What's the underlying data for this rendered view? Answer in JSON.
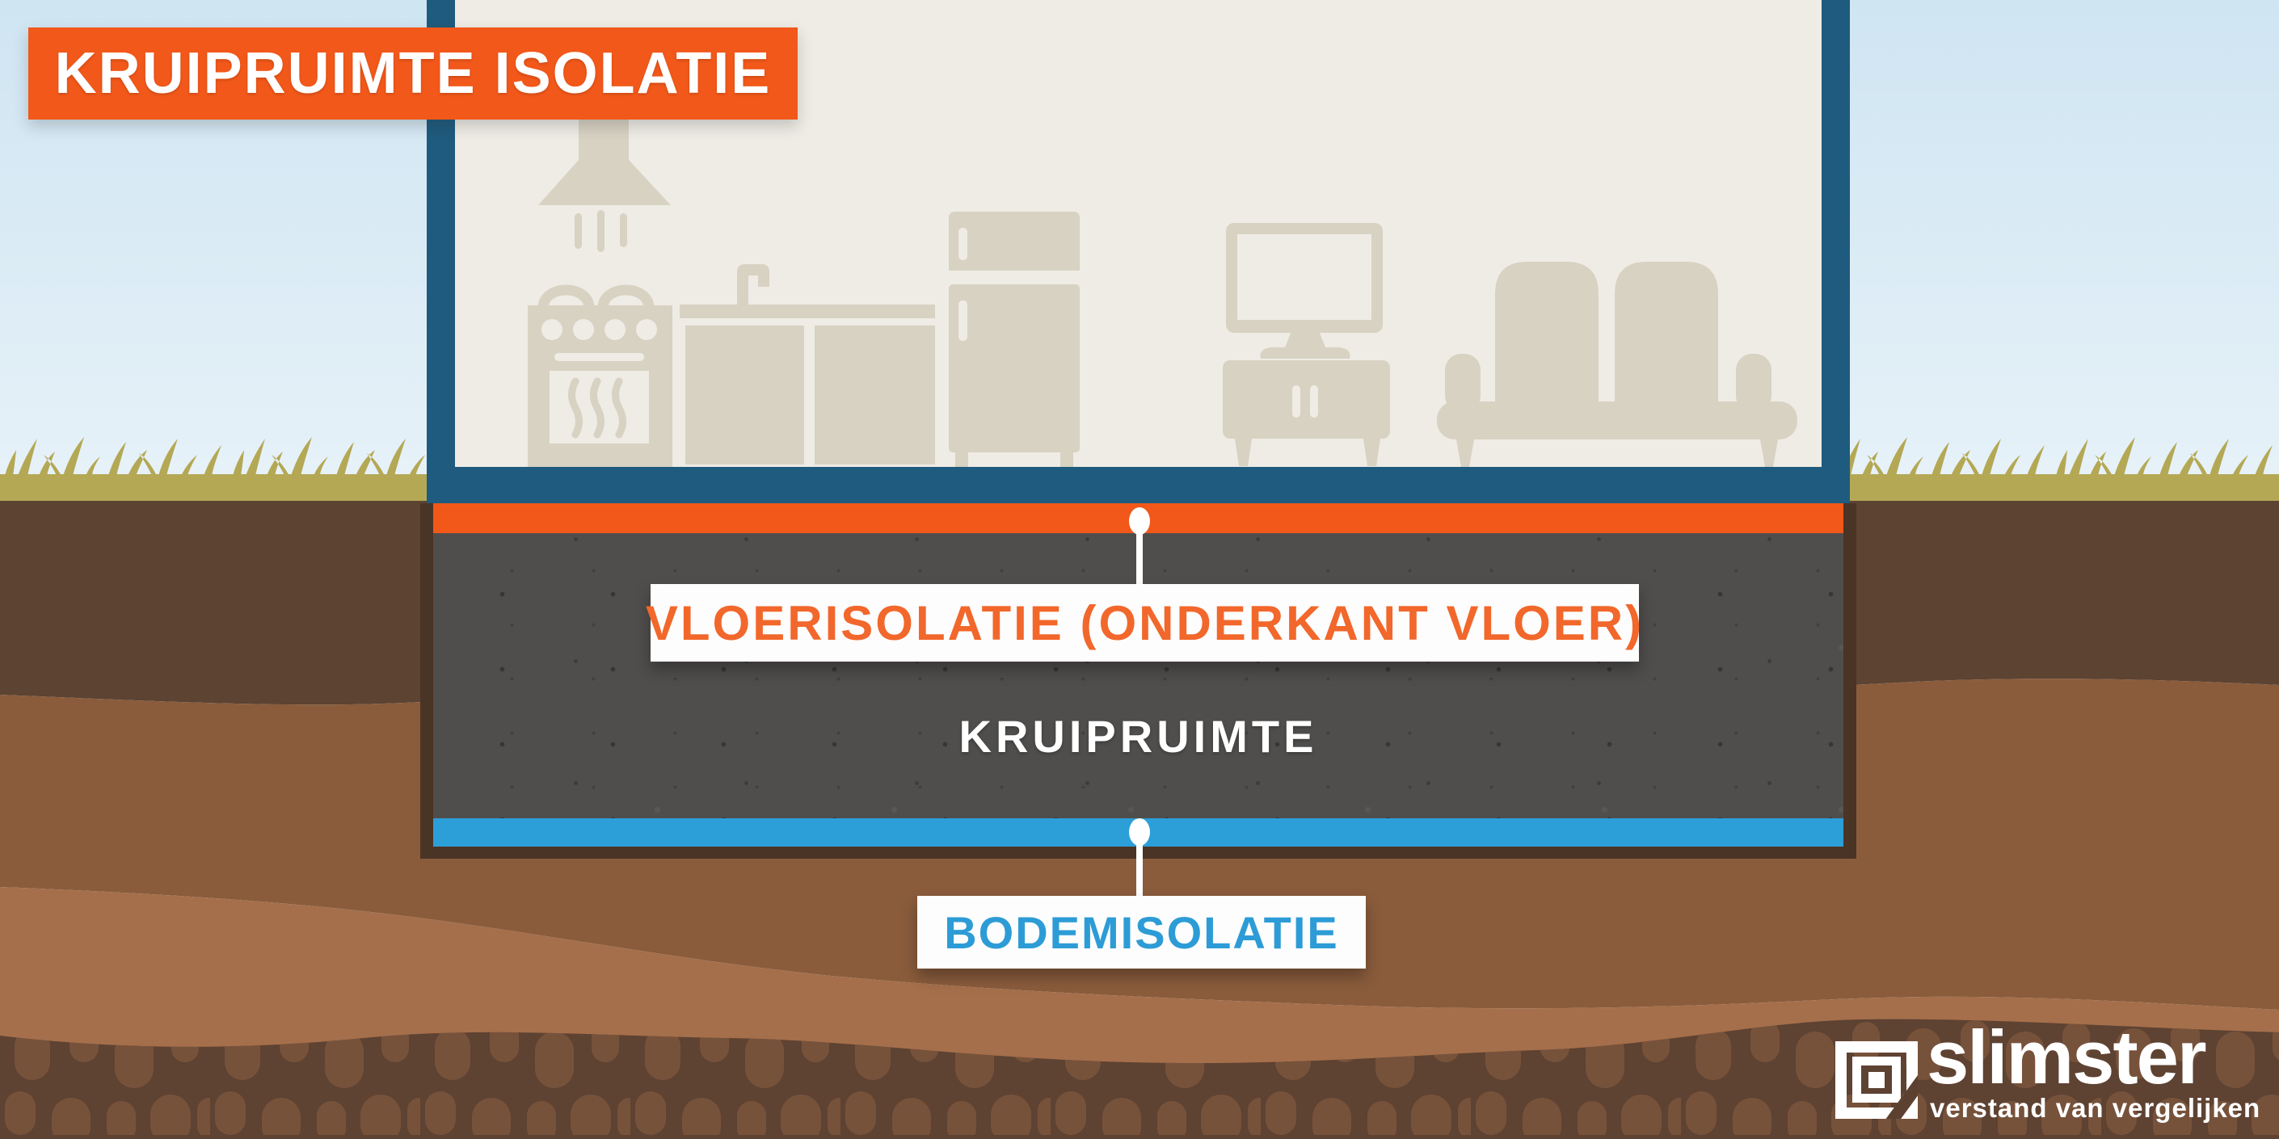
{
  "title_banner": {
    "label": "KRUIPRUIMTE ISOLATIE"
  },
  "diagram": {
    "floor_insulation_label": "VLOERISOLATIE (ONDERKANT VLOER)",
    "crawl_space_label": "KRUIPRUIMTE",
    "bottom_insulation_label": "BODEMISOLATIE"
  },
  "logo": {
    "brand": "slimster",
    "tagline": "verstand van vergelijken"
  },
  "colors": {
    "accent_orange": "#f2581a",
    "label_orange_text": "#f2672b",
    "wall_blue": "#1e5b7e",
    "bottom_insulation_blue": "#2c9fd9",
    "crawlspace_gray": "#504e4c",
    "interior_cream": "#efece5",
    "furniture_beige": "#d8d2c3",
    "grass_green": "#b4a855",
    "soil_dark": "#5c4332",
    "soil_medium": "#8a5c3c",
    "soil_light": "#a56f4b",
    "stone_layer": "#5e4232"
  },
  "icons": {
    "furniture": [
      "range-hood-icon",
      "stove-icon",
      "kitchen-counter-icon",
      "fridge-icon",
      "tv-icon",
      "tv-cabinet-icon",
      "sofa-icon"
    ],
    "markers": [
      "floor-insulation-marker",
      "bottom-insulation-marker"
    ],
    "logo_icon": "slimster-square-icon"
  }
}
